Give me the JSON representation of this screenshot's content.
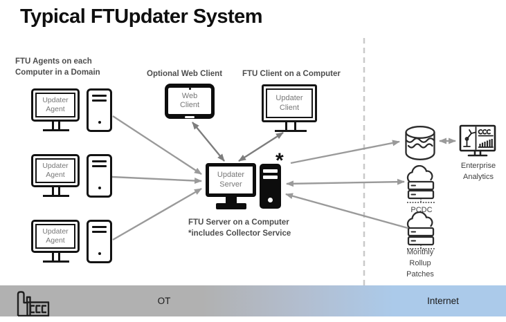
{
  "title": "Typical FTUpdater System",
  "captions": {
    "agents": "FTU Agents on each\nComputer in a Domain",
    "web_client": "Optional Web Client",
    "ftu_client": "FTU Client on a Computer",
    "server": "FTU Server on a Computer\n*includes Collector Service"
  },
  "nodes": {
    "agent_screen": "Updater\nAgent",
    "web_screen": "Web\nClient",
    "client_screen": "Updater\nClient",
    "server_screen": "Updater\nServer",
    "collector_asterisk": "*"
  },
  "right_column": {
    "enterprise_label": "Enterprise\nAnalytics",
    "pcdc_label": "PCDC",
    "monthly_label": "Monthly\nRollup\nPatches"
  },
  "zones": {
    "ot": "OT",
    "internet": "Internet"
  },
  "edges": [
    {
      "from": "updater-agent-1",
      "to": "updater-server",
      "direction": "one-way"
    },
    {
      "from": "updater-agent-2",
      "to": "updater-server",
      "direction": "one-way"
    },
    {
      "from": "updater-agent-3",
      "to": "updater-server",
      "direction": "one-way"
    },
    {
      "from": "updater-server",
      "to": "web-client",
      "direction": "two-way"
    },
    {
      "from": "updater-server",
      "to": "updater-client",
      "direction": "two-way"
    },
    {
      "from": "updater-server",
      "to": "data-lake",
      "direction": "one-way"
    },
    {
      "from": "data-lake",
      "to": "enterprise-analytics",
      "direction": "two-way"
    },
    {
      "from": "updater-server",
      "to": "pcdc",
      "direction": "two-way"
    },
    {
      "from": "monthly-rollup-patches",
      "to": "updater-server",
      "direction": "one-way"
    }
  ],
  "icon_names": [
    "monitor-icon",
    "computer-tower-icon",
    "tablet-icon",
    "server-tower-icon",
    "data-lake-cylinder-icon",
    "analytics-monitor-icon",
    "cloud-server-icon",
    "factory-logo-icon"
  ],
  "colors": {
    "ink": "#111111",
    "label_gray": "#4d4d4d",
    "screen_text_gray": "#777777",
    "arrow_gray": "#9a9a9a",
    "arrow_dark_gray": "#7d7d7d",
    "divider_dash": "#c9c9c9",
    "ot_bar_gray": "#b1b1b1",
    "internet_bar_blue": "#abcaea"
  }
}
